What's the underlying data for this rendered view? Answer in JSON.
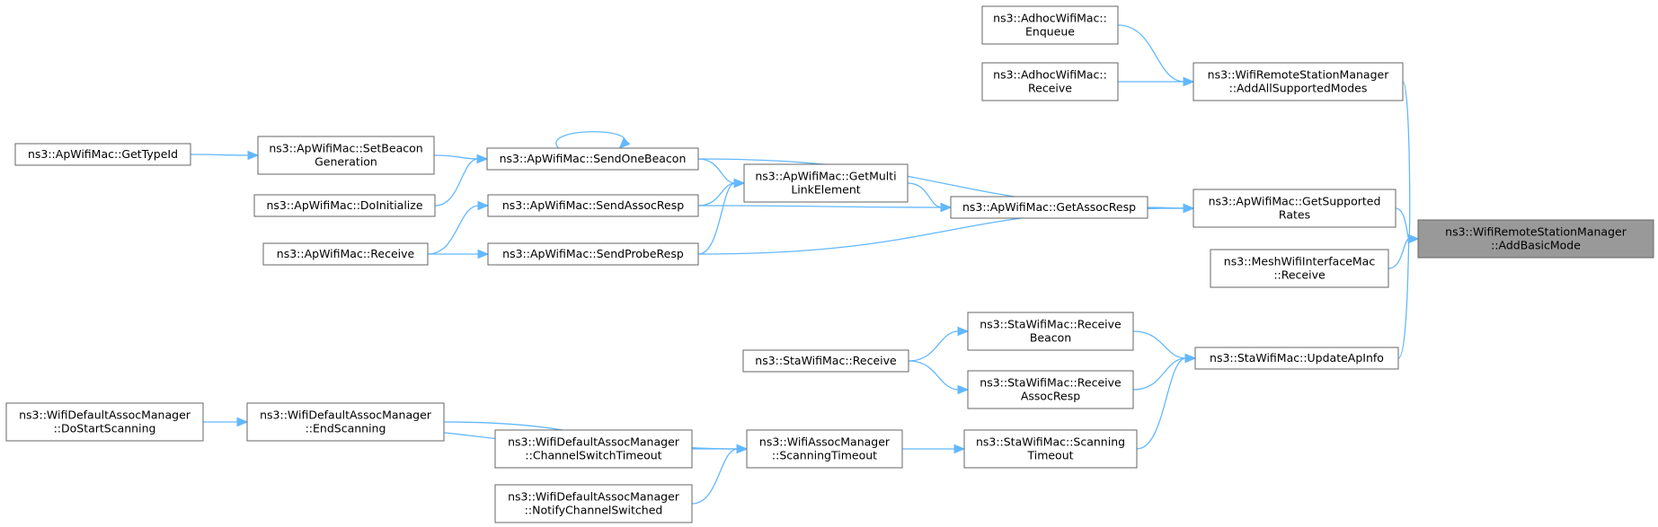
{
  "diagram": {
    "type": "call-graph",
    "colors": {
      "edge": "#63b8ff",
      "focus_fill": "#999999",
      "border": "#666666",
      "background": "#ffffff"
    },
    "nodes": [
      {
        "id": "n0",
        "lines": [
          "ns3::WifiRemoteStationManager",
          "::AddBasicMode"
        ],
        "focus": true
      },
      {
        "id": "n1",
        "lines": [
          "ns3::WifiRemoteStationManager",
          "::AddAllSupportedModes"
        ]
      },
      {
        "id": "n2",
        "lines": [
          "ns3::AdhocWifiMac::",
          "Enqueue"
        ]
      },
      {
        "id": "n3",
        "lines": [
          "ns3::AdhocWifiMac::",
          "Receive"
        ]
      },
      {
        "id": "n4",
        "lines": [
          "ns3::ApWifiMac::GetSupported",
          "Rates"
        ]
      },
      {
        "id": "n5",
        "lines": [
          "ns3::ApWifiMac::SendOneBeacon"
        ]
      },
      {
        "id": "n6",
        "lines": [
          "ns3::ApWifiMac::SetBeacon",
          "Generation"
        ]
      },
      {
        "id": "n7",
        "lines": [
          "ns3::ApWifiMac::GetTypeId"
        ]
      },
      {
        "id": "n8",
        "lines": [
          "ns3::ApWifiMac::DoInitialize"
        ]
      },
      {
        "id": "n9",
        "lines": [
          "ns3::ApWifiMac::GetAssocResp"
        ]
      },
      {
        "id": "n10",
        "lines": [
          "ns3::ApWifiMac::GetMulti",
          "LinkElement"
        ]
      },
      {
        "id": "n11",
        "lines": [
          "ns3::ApWifiMac::SendAssocResp"
        ]
      },
      {
        "id": "n12",
        "lines": [
          "ns3::ApWifiMac::SendProbeResp"
        ]
      },
      {
        "id": "n13",
        "lines": [
          "ns3::ApWifiMac::Receive"
        ]
      },
      {
        "id": "n14",
        "lines": [
          "ns3::MeshWifiInterfaceMac",
          "::Receive"
        ]
      },
      {
        "id": "n15",
        "lines": [
          "ns3::StaWifiMac::UpdateApInfo"
        ]
      },
      {
        "id": "n16",
        "lines": [
          "ns3::StaWifiMac::Receive",
          "Beacon"
        ]
      },
      {
        "id": "n17",
        "lines": [
          "ns3::StaWifiMac::Receive"
        ]
      },
      {
        "id": "n18",
        "lines": [
          "ns3::StaWifiMac::Receive",
          "AssocResp"
        ]
      },
      {
        "id": "n19",
        "lines": [
          "ns3::StaWifiMac::Scanning",
          "Timeout"
        ]
      },
      {
        "id": "n20",
        "lines": [
          "ns3::WifiAssocManager",
          "::ScanningTimeout"
        ]
      },
      {
        "id": "n21",
        "lines": [
          "ns3::WifiDefaultAssocManager",
          "::EndScanning"
        ]
      },
      {
        "id": "n22",
        "lines": [
          "ns3::WifiDefaultAssocManager",
          "::DoStartScanning"
        ]
      },
      {
        "id": "n23",
        "lines": [
          "ns3::WifiDefaultAssocManager",
          "::ChannelSwitchTimeout"
        ]
      },
      {
        "id": "n24",
        "lines": [
          "ns3::WifiDefaultAssocManager",
          "::NotifyChannelSwitched"
        ]
      }
    ],
    "edges": [
      {
        "from": "n1",
        "to": "n0"
      },
      {
        "from": "n2",
        "to": "n1"
      },
      {
        "from": "n3",
        "to": "n1"
      },
      {
        "from": "n4",
        "to": "n0"
      },
      {
        "from": "n5",
        "to": "n4"
      },
      {
        "from": "n5",
        "to": "n5"
      },
      {
        "from": "n6",
        "to": "n5"
      },
      {
        "from": "n7",
        "to": "n6"
      },
      {
        "from": "n8",
        "to": "n5"
      },
      {
        "from": "n5",
        "to": "n10"
      },
      {
        "from": "n10",
        "to": "n9"
      },
      {
        "from": "n9",
        "to": "n4"
      },
      {
        "from": "n11",
        "to": "n10"
      },
      {
        "from": "n11",
        "to": "n9"
      },
      {
        "from": "n12",
        "to": "n10"
      },
      {
        "from": "n12",
        "to": "n4"
      },
      {
        "from": "n13",
        "to": "n11"
      },
      {
        "from": "n13",
        "to": "n12"
      },
      {
        "from": "n14",
        "to": "n0"
      },
      {
        "from": "n15",
        "to": "n0"
      },
      {
        "from": "n16",
        "to": "n15"
      },
      {
        "from": "n18",
        "to": "n15"
      },
      {
        "from": "n17",
        "to": "n16"
      },
      {
        "from": "n17",
        "to": "n18"
      },
      {
        "from": "n19",
        "to": "n15"
      },
      {
        "from": "n20",
        "to": "n19"
      },
      {
        "from": "n21",
        "to": "n20"
      },
      {
        "from": "n22",
        "to": "n21"
      },
      {
        "from": "n23",
        "to": "n21"
      },
      {
        "from": "n23",
        "to": "n20"
      },
      {
        "from": "n24",
        "to": "n20"
      }
    ]
  }
}
